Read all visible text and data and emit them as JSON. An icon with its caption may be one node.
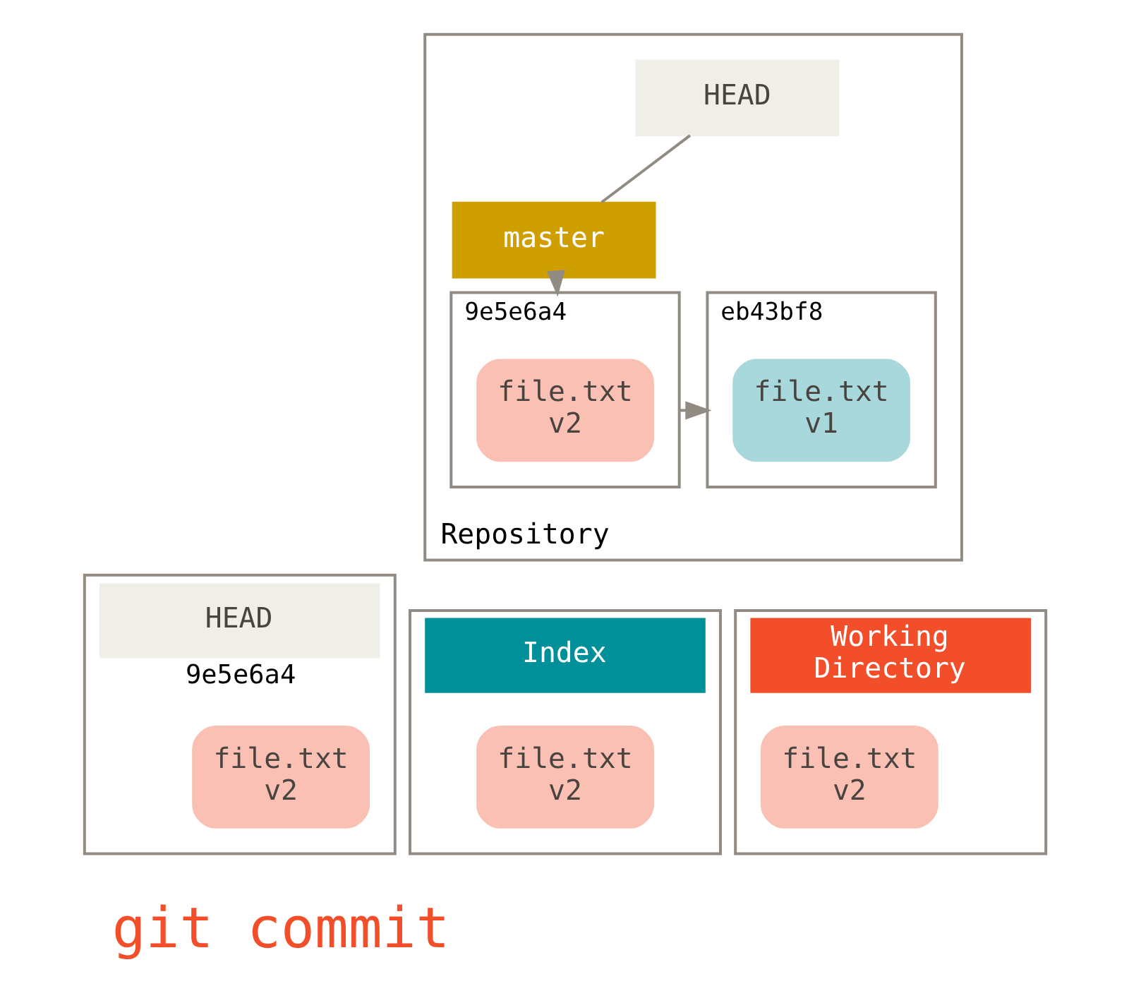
{
  "diagram": {
    "nodes": [
      {
        "text": [
          "Repository"
        ]
      },
      {
        "text": [
          "HEAD"
        ],
        "in": 0
      },
      {
        "text": [
          "master"
        ],
        "in": 0
      },
      {
        "text": [
          "eb43bf8"
        ],
        "in": 0
      },
      {
        "text": [
          "file.txt v1"
        ],
        "in": 3
      },
      {
        "text": [
          "9e5e6a4"
        ],
        "in": 0
      },
      {
        "text": [
          "file.txt v2"
        ],
        "in": 5
      },
      {
        "text": [
          "HEAD",
          "9e5e6a4"
        ]
      },
      {
        "text": [
          "file.txt v2"
        ],
        "in": 7
      },
      {
        "text": [
          "Index"
        ]
      },
      {
        "text": [
          "file.txt v2"
        ],
        "in": 9
      },
      {
        "text": [
          "Working Directory"
        ]
      },
      {
        "text": [
          "file.txt v2"
        ],
        "in": 11
      }
    ],
    "edges": [
      {
        "from": 1,
        "to": 2,
        "arrow": "none"
      },
      {
        "from": 2,
        "to": 5,
        "arrow": "to"
      },
      {
        "from": 5,
        "to": 3,
        "arrow": "to"
      }
    ],
    "labels": [
      "git commit"
    ]
  }
}
